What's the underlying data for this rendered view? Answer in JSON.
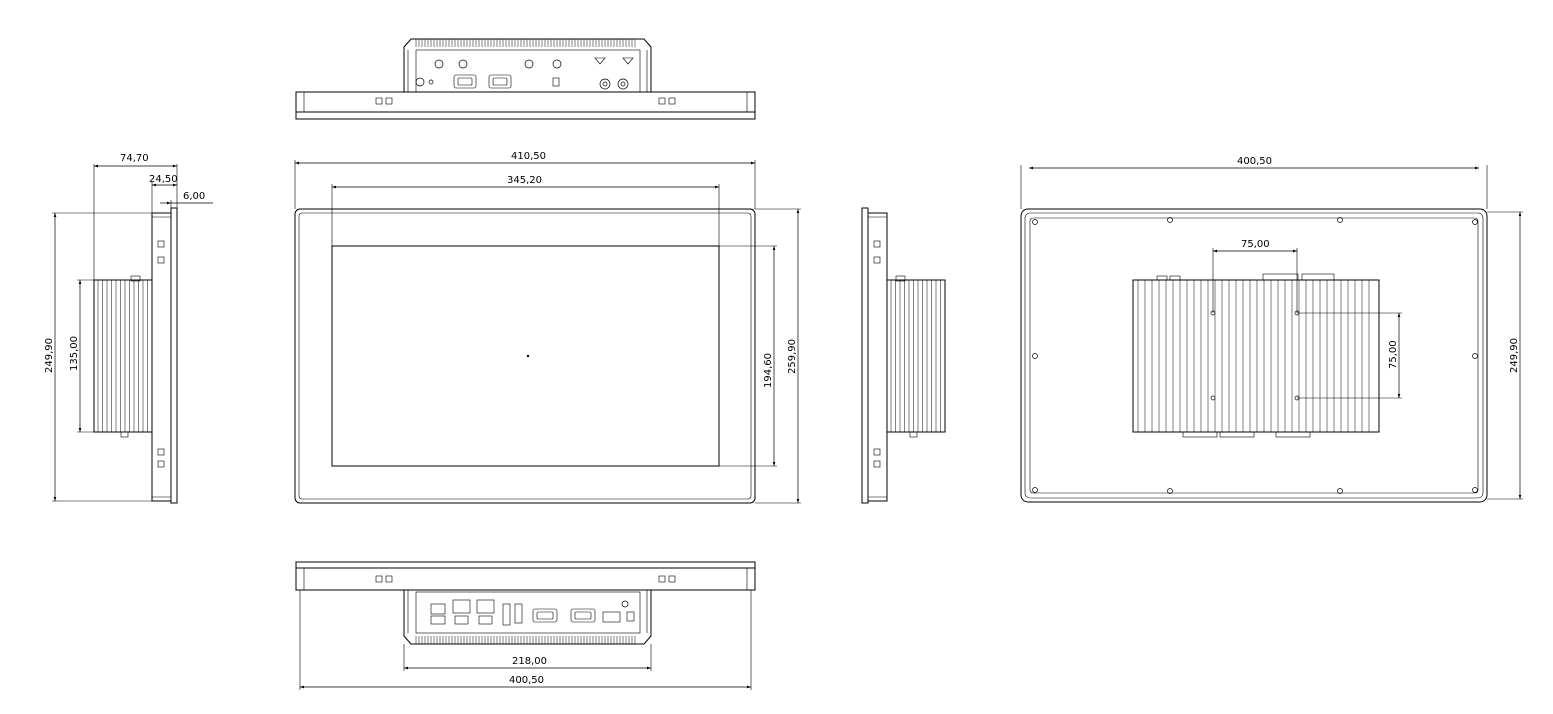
{
  "dimensions": {
    "side_depth_total": "74,70",
    "side_depth_body": "24,50",
    "side_frame": "6,00",
    "side_height": "249,90",
    "side_box_height": "135,00",
    "front_width": "410,50",
    "front_active_width": "345,20",
    "front_active_height": "194,60",
    "front_height": "259,90",
    "rear_width": "400,50",
    "rear_height": "249,90",
    "vesa_horizontal": "75,00",
    "vesa_vertical": "75,00",
    "bottom_box_width": "218,00",
    "bottom_width": "400,50"
  }
}
